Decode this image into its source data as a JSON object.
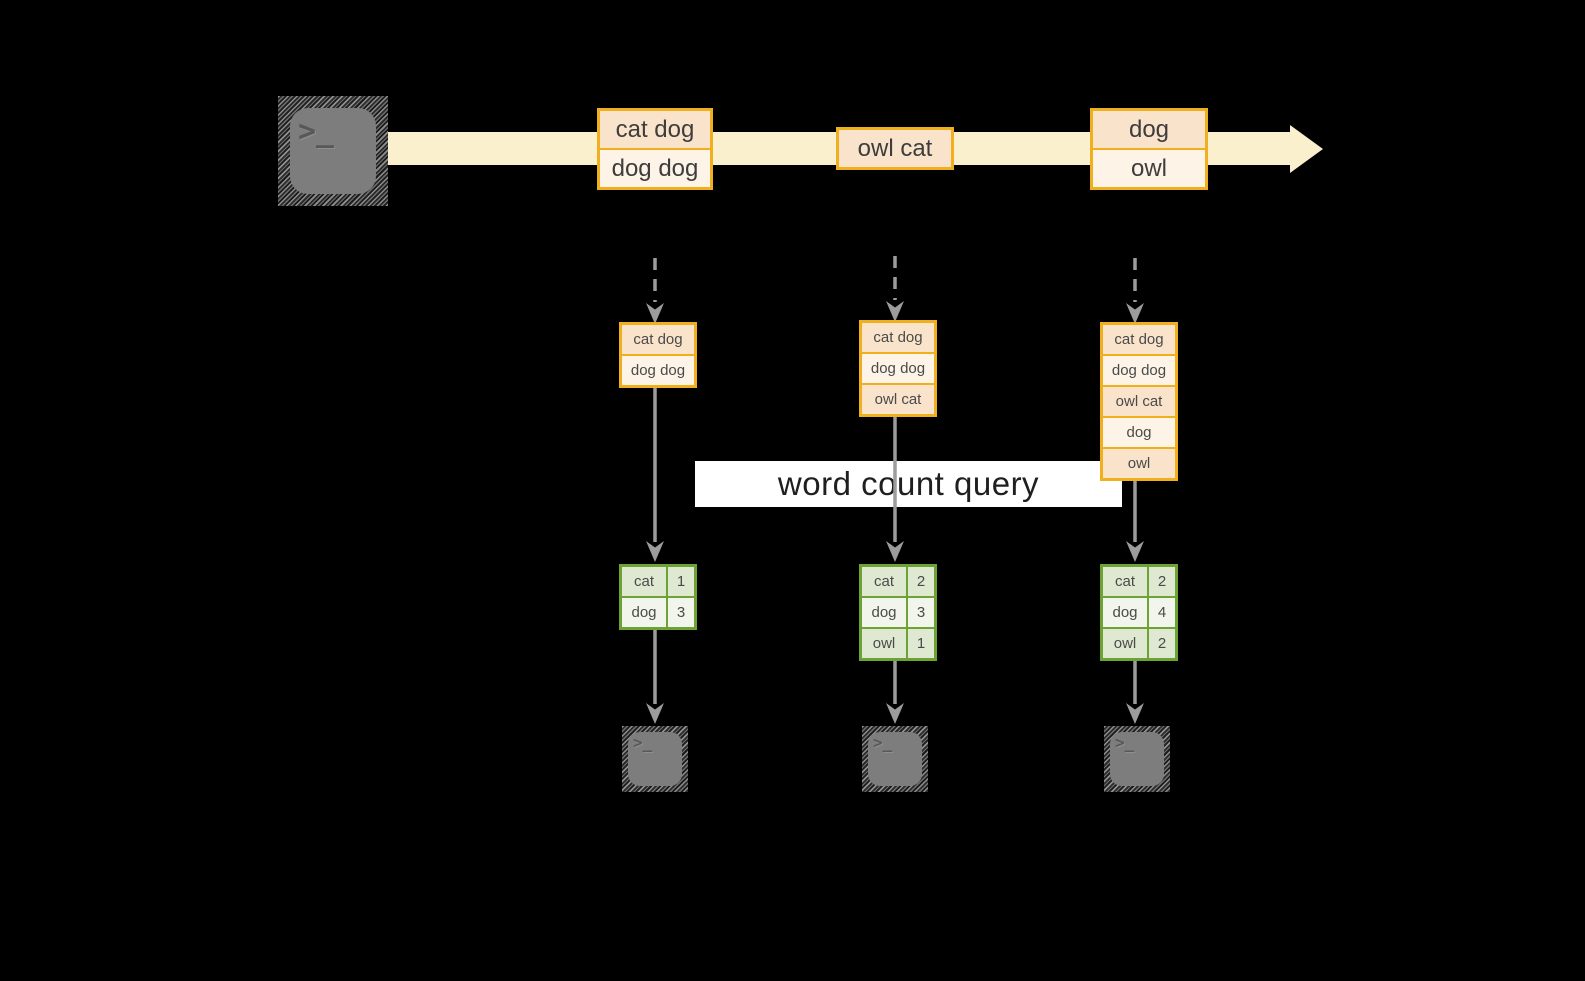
{
  "diagram": {
    "query_label": "word count query",
    "terminal_glyph": ">_",
    "stream": {
      "messages": [
        {
          "lines": [
            "cat dog",
            "dog dog"
          ]
        },
        {
          "lines": [
            "owl cat"
          ]
        },
        {
          "lines": [
            "dog",
            "owl"
          ]
        }
      ]
    },
    "workers": [
      {
        "buffer": [
          "cat dog",
          "dog dog"
        ],
        "counts": [
          {
            "word": "cat",
            "count": "1"
          },
          {
            "word": "dog",
            "count": "3"
          }
        ]
      },
      {
        "buffer": [
          "cat dog",
          "dog dog",
          "owl cat"
        ],
        "counts": [
          {
            "word": "cat",
            "count": "2"
          },
          {
            "word": "dog",
            "count": "3"
          },
          {
            "word": "owl",
            "count": "1"
          }
        ]
      },
      {
        "buffer": [
          "cat dog",
          "dog dog",
          "owl cat",
          "dog",
          "owl"
        ],
        "counts": [
          {
            "word": "cat",
            "count": "2"
          },
          {
            "word": "dog",
            "count": "4"
          },
          {
            "word": "owl",
            "count": "2"
          }
        ]
      }
    ],
    "colors": {
      "background": "#000000",
      "stream_fill": "#FAF0CD",
      "gold_border": "#F0B01E",
      "peach_fill": "#FAE3CB",
      "cream_fill": "#FDF3E6",
      "green_border": "#6DA334",
      "green_fill_dark": "#DFE9D2",
      "green_fill_light": "#F1F5EB",
      "arrow_gray": "#9C9C9C",
      "terminal_gray": "#7D7D7D",
      "query_band_bg": "#FFFFFF"
    }
  }
}
